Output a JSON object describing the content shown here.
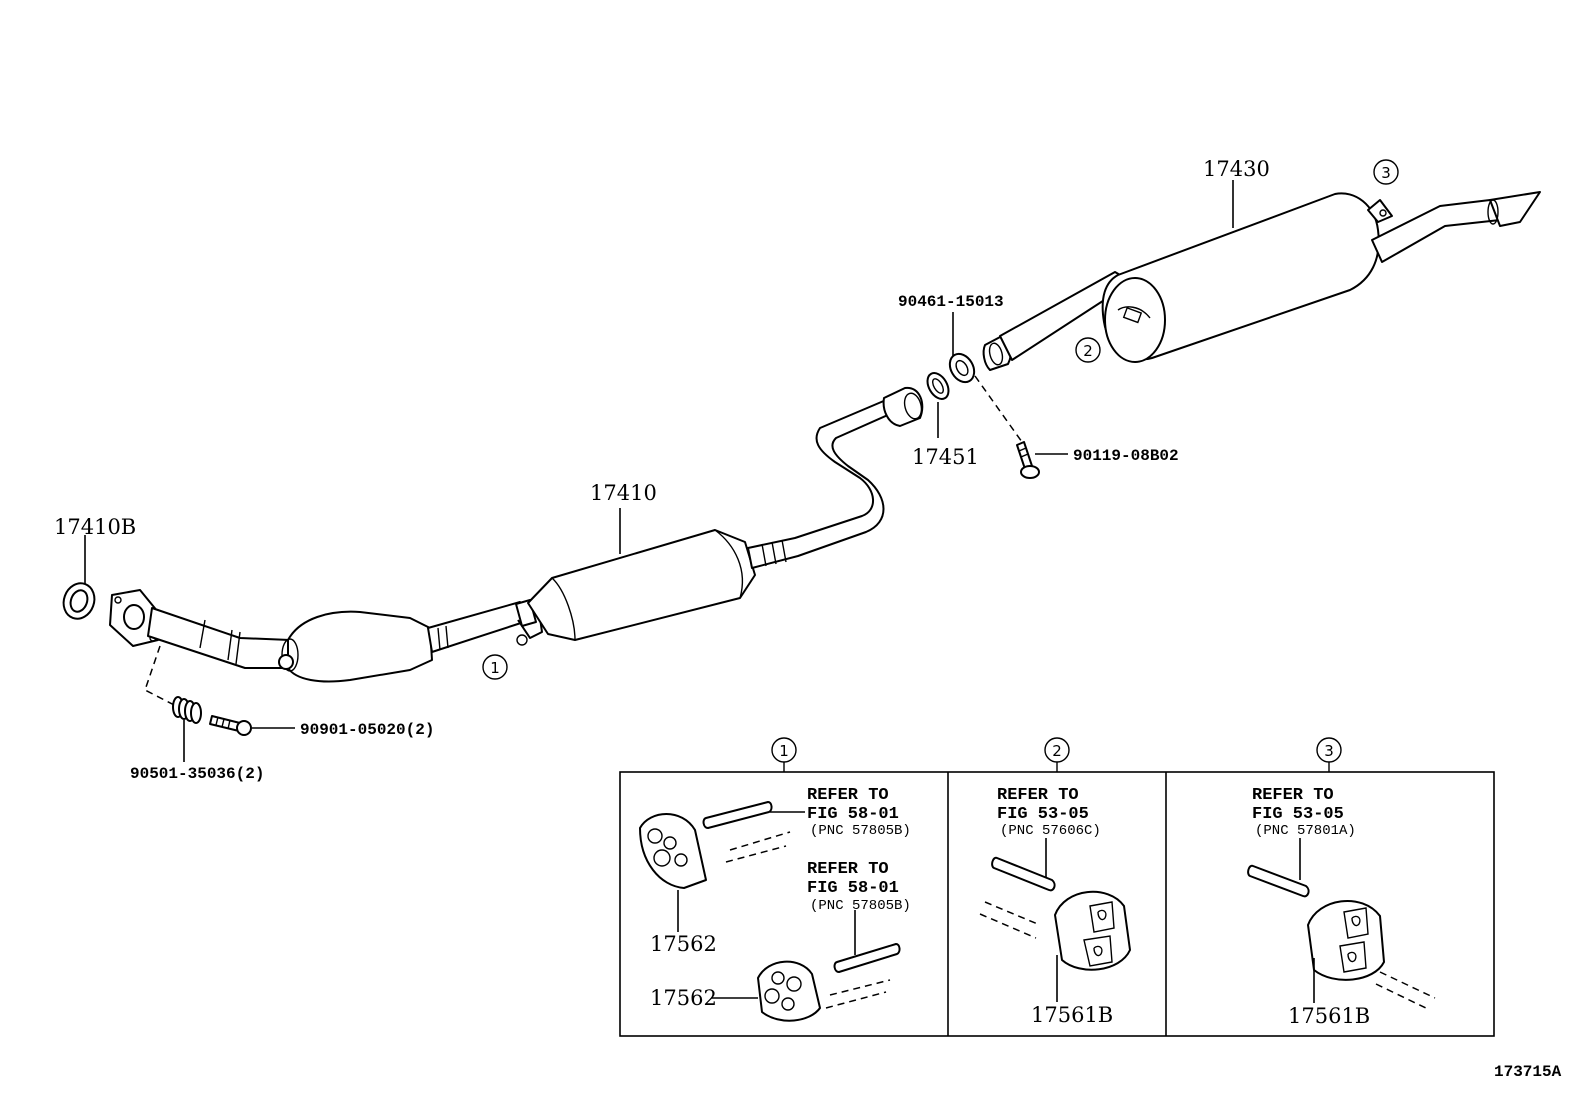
{
  "diagram": {
    "figure_code": "173715A",
    "labels": {
      "p17410B": "17410B",
      "p17410": "17410",
      "p17430": "17430",
      "p17451": "17451",
      "p90461": "90461-15013",
      "p90119": "90119-08B02",
      "p90901": "90901-05020(2)",
      "p90501": "90501-35036(2)"
    },
    "markers": {
      "m1": "1",
      "m2": "2",
      "m3": "3"
    },
    "insets": [
      {
        "marker": "1",
        "refs": [
          {
            "line1": "REFER TO",
            "line2": "FIG 58-01",
            "pnc": "(PNC 57805B)"
          },
          {
            "line1": "REFER TO",
            "line2": "FIG 58-01",
            "pnc": "(PNC 57805B)"
          }
        ],
        "parts": [
          "17562",
          "17562"
        ]
      },
      {
        "marker": "2",
        "refs": [
          {
            "line1": "REFER TO",
            "line2": "FIG 53-05",
            "pnc": "(PNC 57606C)"
          }
        ],
        "parts": [
          "17561B"
        ]
      },
      {
        "marker": "3",
        "refs": [
          {
            "line1": "REFER TO",
            "line2": "FIG 53-05",
            "pnc": "(PNC 57801A)"
          }
        ],
        "parts": [
          "17561B"
        ]
      }
    ]
  }
}
